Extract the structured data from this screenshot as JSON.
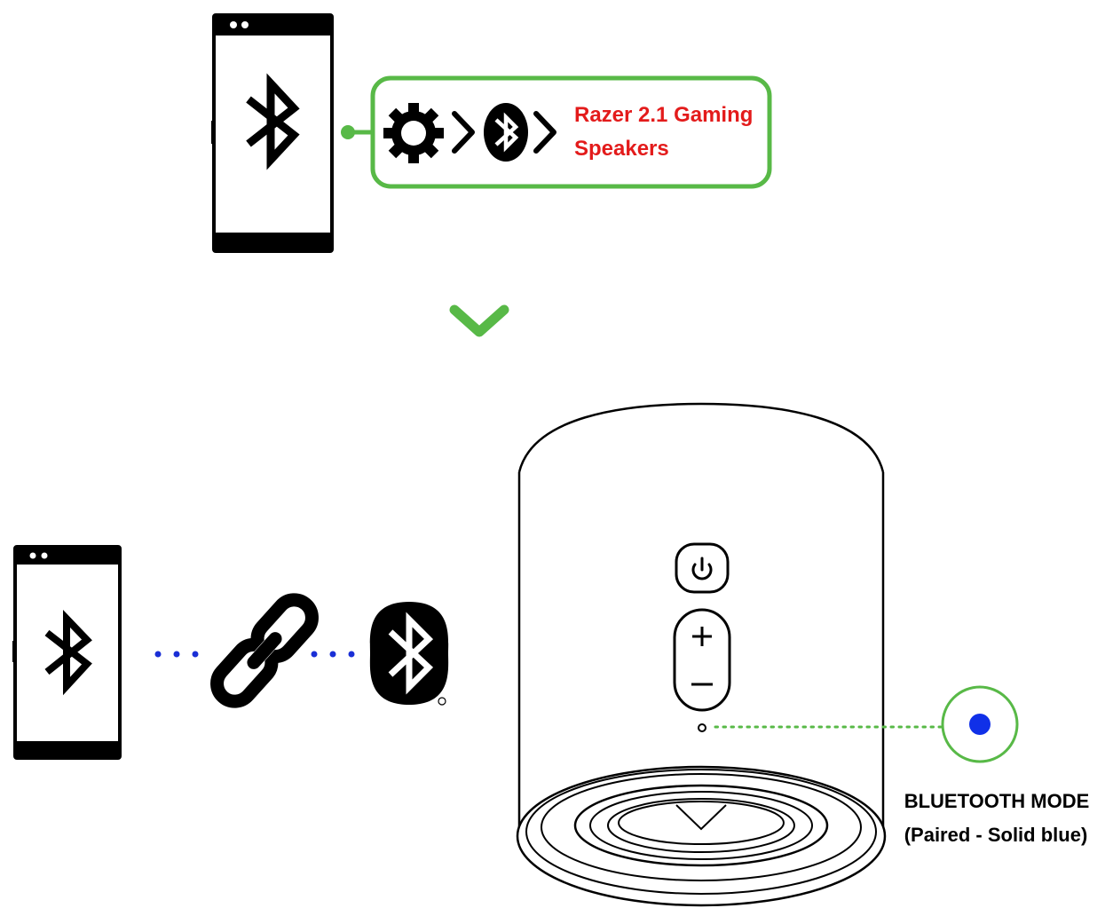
{
  "callout": {
    "device_name_line1": "Razer 2.1 Gaming",
    "device_name_line2": "Speakers"
  },
  "status": {
    "mode_label": "BLUETOOTH MODE",
    "mode_detail": "(Paired - Solid blue)"
  },
  "colors": {
    "accent_green": "#58b947",
    "name_red": "#e31b1b",
    "link_blue": "#1a2fd6",
    "led_blue": "#1030e8",
    "outline": "#000000"
  },
  "icons": [
    "phone-icon",
    "bluetooth-icon",
    "gear-icon",
    "chevron-right-icon",
    "chevron-down-icon",
    "link-icon",
    "power-icon",
    "plus-icon",
    "minus-icon",
    "registered-mark-icon"
  ]
}
